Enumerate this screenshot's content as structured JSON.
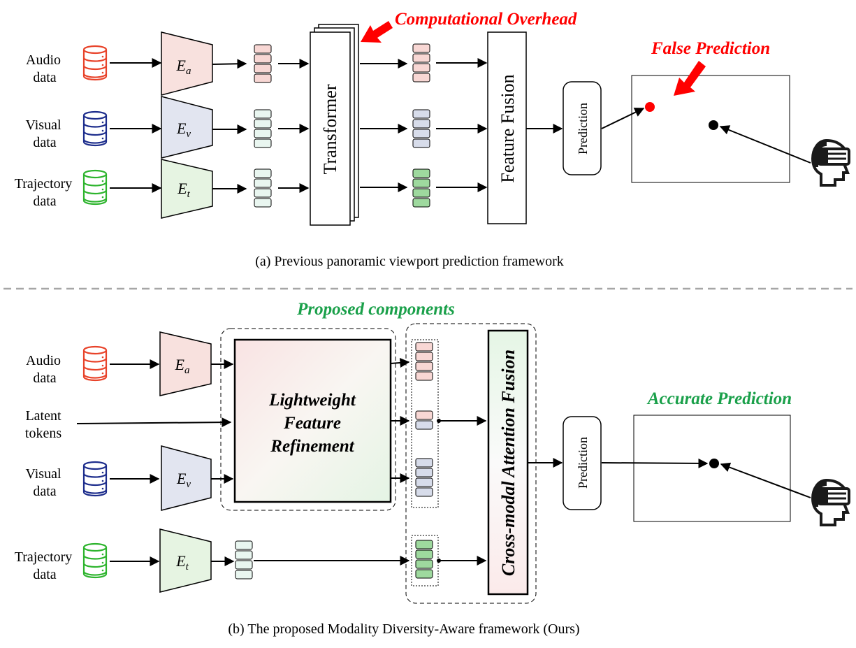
{
  "top": {
    "inputs": [
      {
        "line1": "Audio",
        "line2": "data",
        "color": "#e8432a",
        "encoder": "E",
        "sub": "a",
        "fill": "#f8e1de"
      },
      {
        "line1": "Visual",
        "line2": "data",
        "color": "#1d2d8c",
        "encoder": "E",
        "sub": "v",
        "fill": "#e2e5f0"
      },
      {
        "line1": "Trajectory",
        "line2": "data",
        "color": "#2db42d",
        "encoder": "E",
        "sub": "t",
        "fill": "#e6f4e2"
      }
    ],
    "transformer_label": "Transformer",
    "feature_fusion_label": "Feature Fusion",
    "prediction_label": "Prediction",
    "overhead_label": "Computational Overhead",
    "false_label": "False Prediction",
    "caption": "(a) Previous panoramic viewport prediction framework"
  },
  "bottom": {
    "inputs": [
      {
        "line1": "Audio",
        "line2": "data",
        "color": "#e8432a",
        "encoder": "E",
        "sub": "a",
        "fill": "#f8e1de"
      },
      {
        "line1": "Latent",
        "line2": "tokens"
      },
      {
        "line1": "Visual",
        "line2": "data",
        "color": "#1d2d8c",
        "encoder": "E",
        "sub": "v",
        "fill": "#e2e5f0"
      },
      {
        "line1": "Trajectory",
        "line2": "data",
        "color": "#2db42d",
        "encoder": "E",
        "sub": "t",
        "fill": "#e6f4e2"
      }
    ],
    "proposed_label": "Proposed components",
    "lfr_lines": [
      "Lightweight",
      "Feature",
      "Refinement"
    ],
    "caf_label": "Cross-modal Attention Fusion",
    "prediction_label": "Prediction",
    "accurate_label": "Accurate Prediction",
    "caption": "(b) The proposed Modality Diversity-Aware framework (Ours)"
  },
  "colors": {
    "token_red": "#f8d7d4",
    "token_blue": "#d7dcea",
    "token_green": "#9ed99e",
    "token_teal_light": "#e9f6f0",
    "red_arrow": "#ff0000",
    "dashed_divider": "#a6a6a6"
  }
}
